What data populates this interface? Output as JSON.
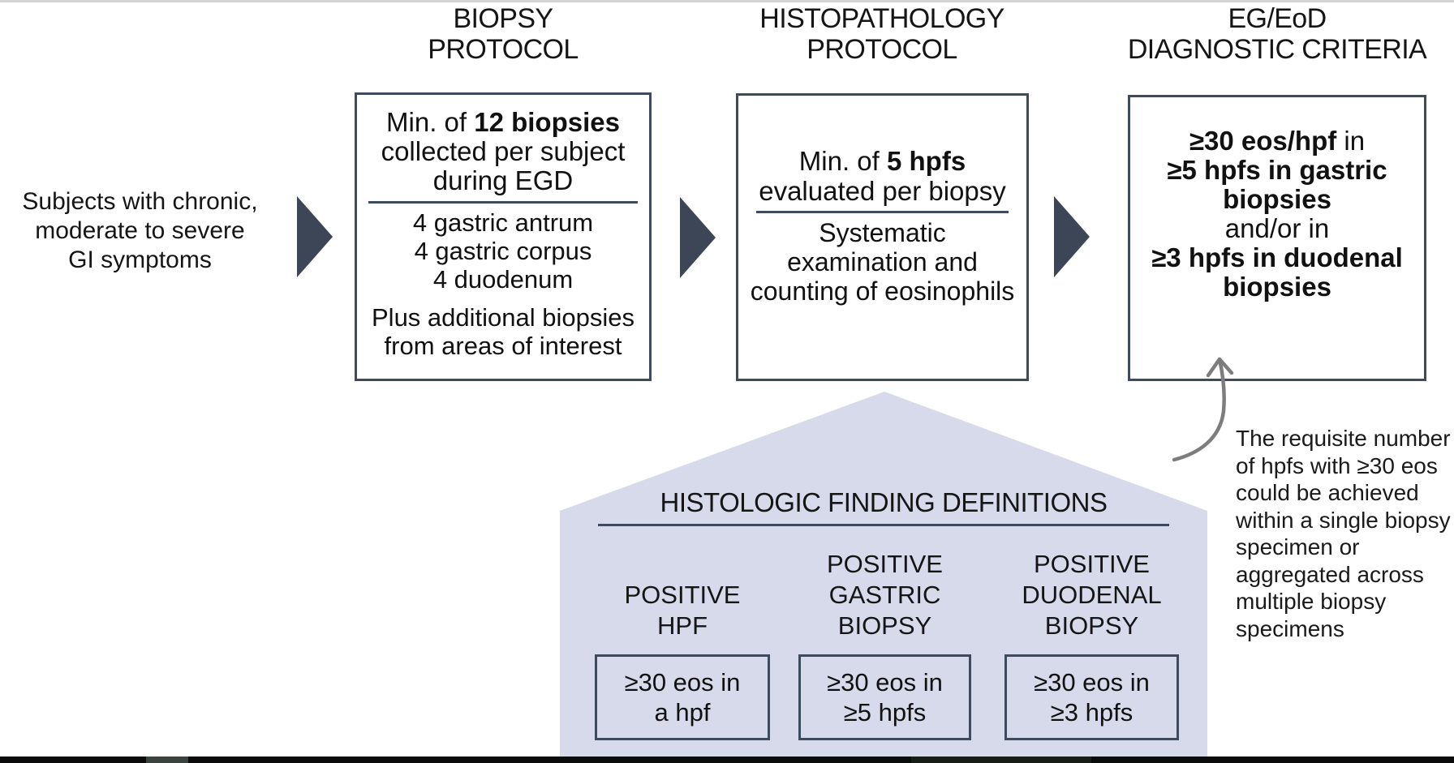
{
  "figure": {
    "intro": {
      "lines": [
        "Subjects with chronic,",
        "moderate to severe",
        "GI symptoms"
      ]
    },
    "column_headers": [
      {
        "line1": "BIOPSY",
        "line2": "PROTOCOL"
      },
      {
        "line1": "HISTOPATHOLOGY",
        "line2": "PROTOCOL"
      },
      {
        "line1": "EG/EoD",
        "line2": "DIAGNOSTIC CRITERIA"
      }
    ],
    "biopsy_box": {
      "line1_prefix": "Min. of ",
      "line1_bold": "12 biopsies",
      "line2": "collected per subject",
      "line3": "during EGD",
      "sites": [
        "4 gastric antrum",
        "4 gastric corpus",
        "4 duodenum"
      ],
      "note": [
        "Plus additional biopsies",
        "from areas of interest"
      ]
    },
    "histopathology_box": {
      "line1_prefix": "Min. of ",
      "line1_bold": "5 hpfs",
      "line2": "evaluated per biopsy",
      "body": [
        "Systematic",
        "examination and",
        "counting of eosinophils"
      ]
    },
    "criteria_box": {
      "lines": [
        {
          "bold": "≥30 eos/hpf",
          "rest": " in"
        },
        {
          "bold": "≥5 hpfs in gastric",
          "rest": ""
        },
        {
          "bold": "biopsies",
          "rest": ""
        },
        {
          "bold": "",
          "rest": "and/or in"
        },
        {
          "bold": "≥3 hpfs in duodenal",
          "rest": ""
        },
        {
          "bold": "biopsies",
          "rest": ""
        }
      ]
    },
    "house": {
      "title": "HISTOLOGIC FINDING DEFINITIONS",
      "definitions": [
        {
          "header": [
            "POSITIVE",
            "HPF"
          ],
          "value": [
            "≥30 eos in",
            "a hpf"
          ]
        },
        {
          "header": [
            "POSITIVE",
            "GASTRIC",
            "BIOPSY"
          ],
          "value": [
            "≥30 eos in",
            "≥5 hpfs"
          ]
        },
        {
          "header": [
            "POSITIVE",
            "DUODENAL",
            "BIOPSY"
          ],
          "value": [
            "≥30 eos in",
            "≥3 hpfs"
          ]
        }
      ]
    },
    "annotation": {
      "lines": [
        "The requisite number",
        "of hpfs with ≥30 eos",
        "could be achieved",
        "within a single biopsy",
        "specimen or",
        "aggregated across",
        "multiple biopsy",
        "specimens"
      ]
    },
    "colors": {
      "accent_dark": "#3e4a5e",
      "arrow_fill": "#3d4656",
      "house_fill": "#d7daeb",
      "gray_arrow": "#7d7d7d",
      "top_line": "#d4d4d4",
      "bottom_bar": "#0b0b0b"
    }
  }
}
